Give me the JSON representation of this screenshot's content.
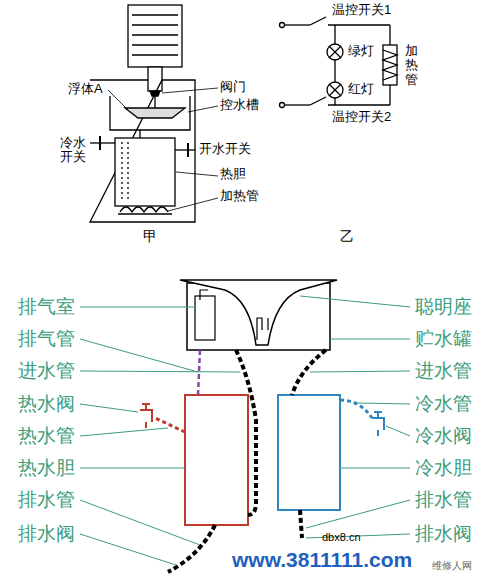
{
  "diagram": {
    "labels": [
      "浮体A",
      "阀门",
      "控水槽",
      "冷水开关",
      "开水开关",
      "热胆",
      "加热管",
      "甲",
      "温控开关1",
      "绿灯",
      "红灯",
      "加热管",
      "温控开关2",
      "乙",
      "排气室",
      "排气管",
      "进水管",
      "热水阀",
      "热水管",
      "热水胆",
      "排水管",
      "排水阀",
      "聪明座",
      "贮水罐",
      "进水管",
      "冷水管",
      "冷水阀",
      "冷水胆",
      "排水管",
      "排水阀",
      "dbx8.cn",
      "www.3811111.com",
      "维修人网"
    ]
  }
}
